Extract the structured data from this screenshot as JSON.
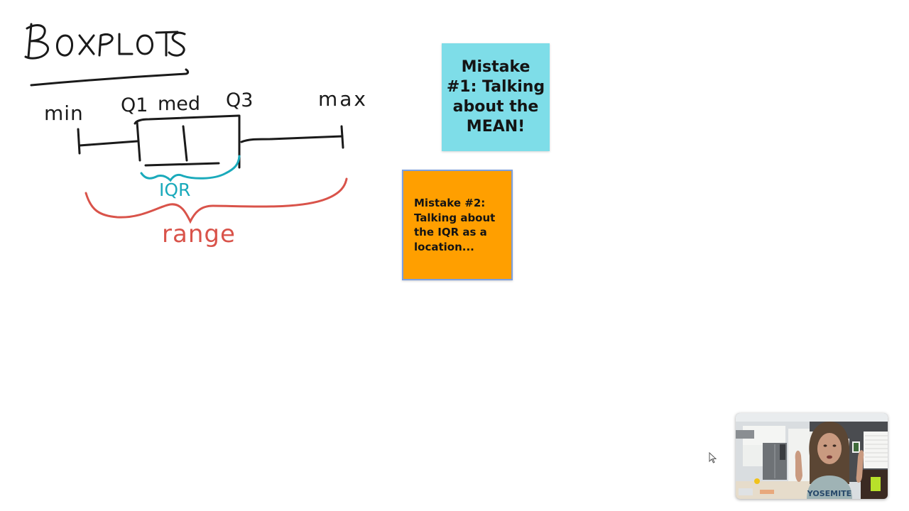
{
  "board": {
    "title": "BOXPLOTS",
    "background": "#ffffff"
  },
  "diagram": {
    "labels": {
      "min": "min",
      "q1": "Q1",
      "med": "med",
      "q3": "Q3",
      "max": "max",
      "iqr": "IQR",
      "range": "range"
    },
    "colors": {
      "ink": "#1a1a1a",
      "iqr": "#1aaabb",
      "range": "#d9534a"
    }
  },
  "stickies": [
    {
      "text": "Mistake #1: Talking about the MEAN!",
      "lines": [
        "Mistake",
        "#1: Talking",
        "about the",
        "MEAN!"
      ],
      "color": "#7edde8"
    },
    {
      "text": "Mistake #2: Talking about the IQR as a location...",
      "lines": [
        "Mistake #2:",
        "Talking about",
        "the IQR as a",
        "location..."
      ],
      "color": "#ff9f00",
      "border": "#7b9fe0"
    }
  ],
  "video": {
    "shirt_text": "YOSEMITE"
  },
  "cursor": {
    "type": "arrow"
  }
}
